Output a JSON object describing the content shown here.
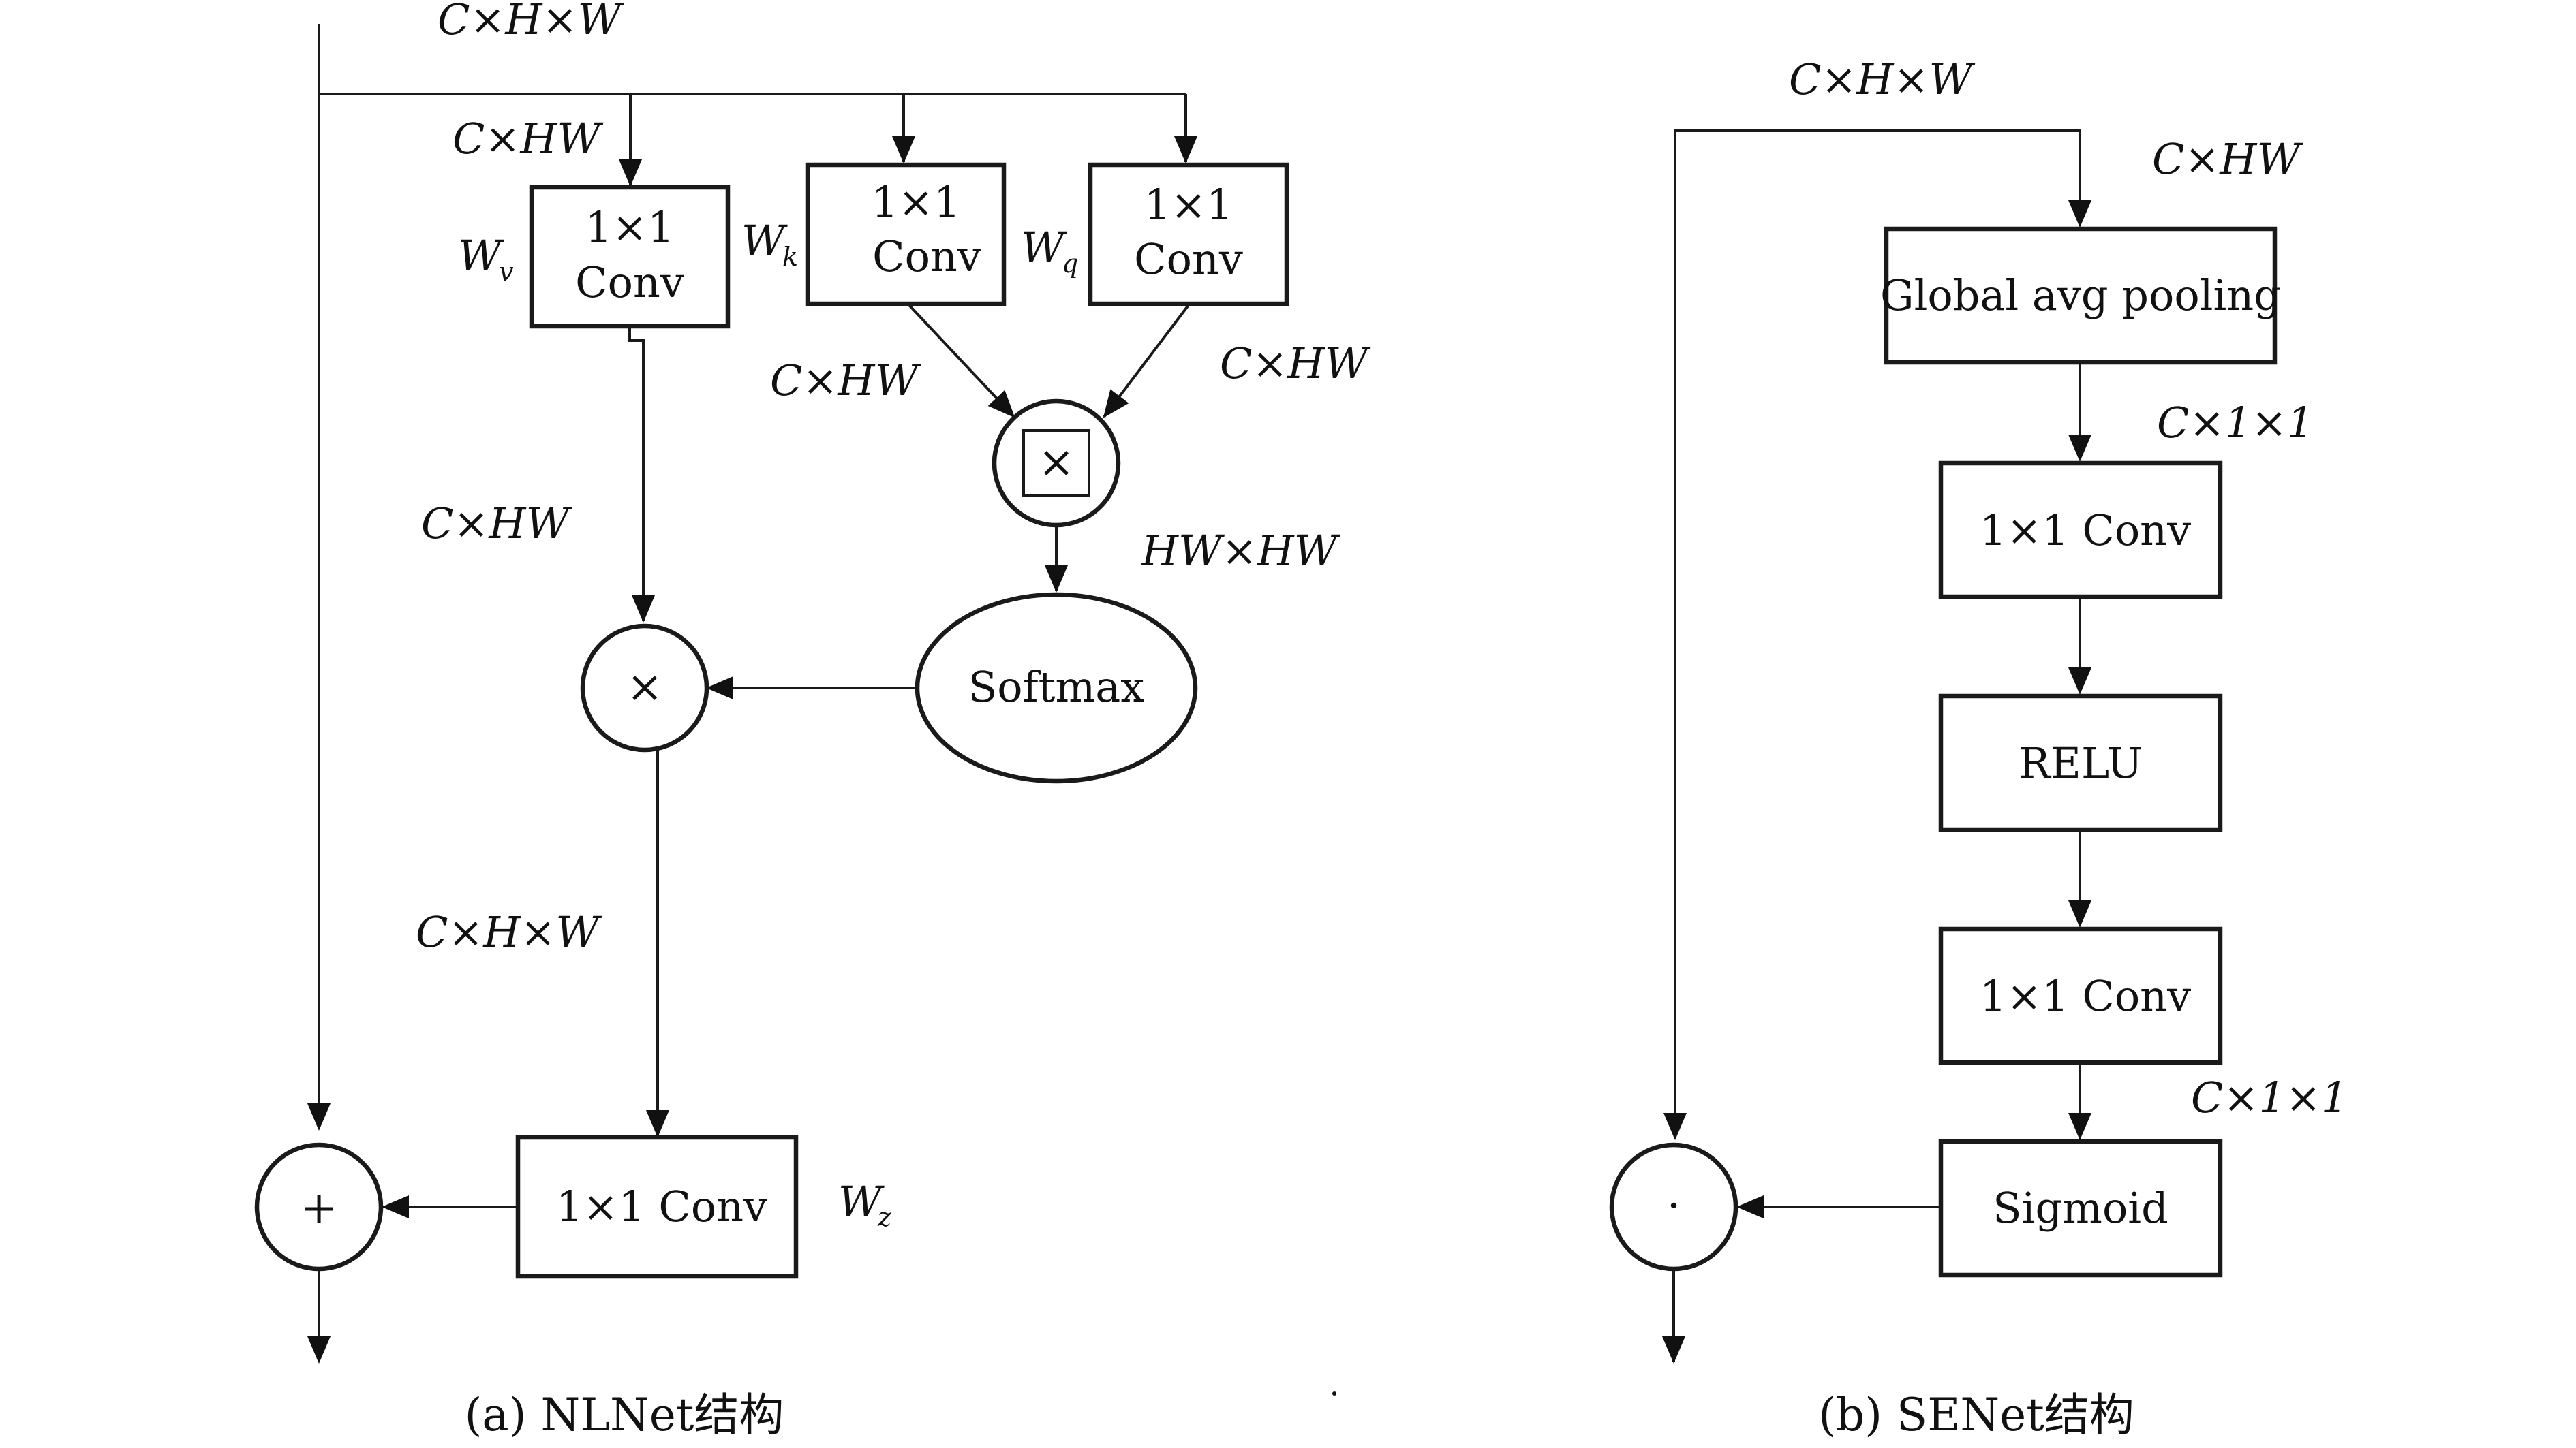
{
  "nlnet": {
    "caption": "(a) NLNet结构",
    "input_dim": "C×H×W",
    "conv_v": {
      "line1": "1×1",
      "line2": "Conv",
      "weight": "W",
      "weight_sub": "v",
      "in_dim": "C×HW"
    },
    "conv_k": {
      "line1": "1×1",
      "line2": "Conv",
      "weight": "W",
      "weight_sub": "k",
      "out_dim": "C×HW"
    },
    "conv_q": {
      "line1": "1×1",
      "line2": "Conv",
      "weight": "W",
      "weight_sub": "q",
      "out_dim": "C×HW"
    },
    "v_out_dim": "C×HW",
    "matmul_symbol": "×",
    "matmul_out_dim": "HW×HW",
    "softmax_label": "Softmax",
    "mult_symbol": "×",
    "mult_out_dim": "C×H×W",
    "conv_z": {
      "label": "1×1 Conv",
      "weight": "W",
      "weight_sub": "z"
    },
    "add_symbol": "+"
  },
  "senet": {
    "caption": "(b) SENet结构",
    "input_dim": "C×H×W",
    "pool_in_dim": "C×HW",
    "pool_label": "Global avg pooling",
    "pool_out_dim": "C×1×1",
    "conv1_label": "1×1 Conv",
    "relu_label": "RELU",
    "conv2_label": "1×1 Conv",
    "conv2_out_dim": "C×1×1",
    "sigmoid_label": "Sigmoid",
    "scale_symbol": "·"
  }
}
